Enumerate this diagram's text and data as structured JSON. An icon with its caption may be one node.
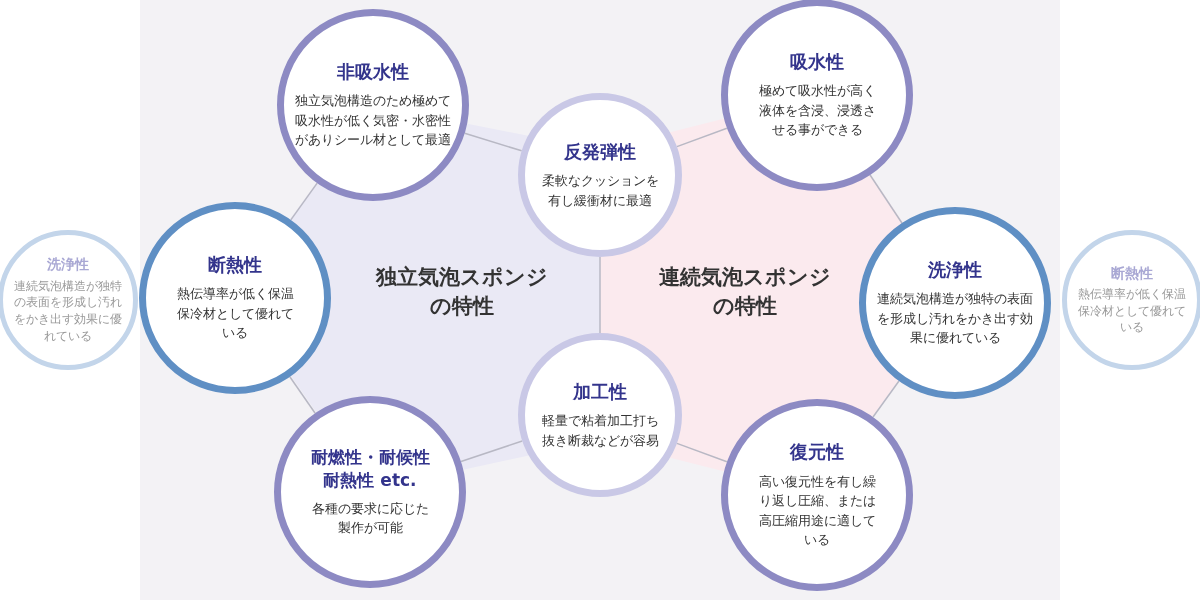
{
  "diagram": {
    "nodes": [
      {
        "text": [
          "非吸水性",
          "独立気泡構造のため極めて吸水性が低く気密・水密性がありシール材として最適"
        ]
      },
      {
        "text": [
          "吸水性",
          "極めて吸水性が高く液体を含浸、浸透させる事ができる"
        ]
      },
      {
        "text": [
          "反発弾性",
          "柔軟なクッションを有し緩衝材に最適"
        ]
      },
      {
        "text": [
          "洗浄性",
          "連続気泡構造が独特の表面を形成し汚れをかき出す効果に優れている"
        ]
      },
      {
        "text": [
          "断熱性",
          "熱伝導率が低く保温保冷材として優れている"
        ]
      },
      {
        "text": [
          "洗浄性",
          "連続気泡構造が独特の表面を形成し汚れをかき出す効果に優れている"
        ]
      },
      {
        "text": [
          "断熱性",
          "熱伝導率が低く保温保冷材として優れている"
        ]
      },
      {
        "text": [
          "加工性",
          "軽量で粘着加工打ち抜き断裁などが容易"
        ]
      },
      {
        "text": [
          "耐燃性・耐候性耐熱性 etc.",
          "各種の要求に応じた製作が可能"
        ]
      },
      {
        "text": [
          "復元性",
          "高い復元性を有し繰り返し圧縮、または高圧縮用途に適している"
        ]
      }
    ],
    "edges": [
      {
        "from": 0,
        "to": 2,
        "arrow": "none"
      },
      {
        "from": 2,
        "to": 1,
        "arrow": "none"
      },
      {
        "from": 4,
        "to": 0,
        "arrow": "none"
      },
      {
        "from": 4,
        "to": 8,
        "arrow": "none"
      },
      {
        "from": 8,
        "to": 7,
        "arrow": "none"
      },
      {
        "from": 7,
        "to": 9,
        "arrow": "none"
      },
      {
        "from": 1,
        "to": 5,
        "arrow": "none"
      },
      {
        "from": 5,
        "to": 9,
        "arrow": "none"
      },
      {
        "from": 2,
        "to": 7,
        "arrow": "none"
      }
    ],
    "labels": [
      "独立気泡スポンジの特性",
      "連続気泡スポンジの特性"
    ]
  }
}
